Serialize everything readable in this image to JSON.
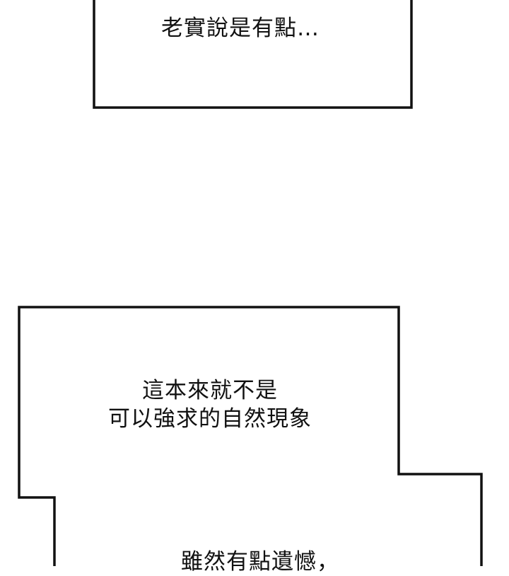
{
  "comic": {
    "panels": [
      {
        "id": "caption-box-top",
        "lines": [
          "老實說是有點…"
        ]
      },
      {
        "id": "caption-box-bottom",
        "lines": [
          "這本來就不是",
          "可以強求的自然現象"
        ]
      },
      {
        "id": "caption-box-bottom-continued",
        "lines": [
          "雖然有點遺憾，"
        ]
      }
    ],
    "colors": {
      "background": "#ffffff",
      "border": "#111111",
      "text": "#111111"
    }
  }
}
